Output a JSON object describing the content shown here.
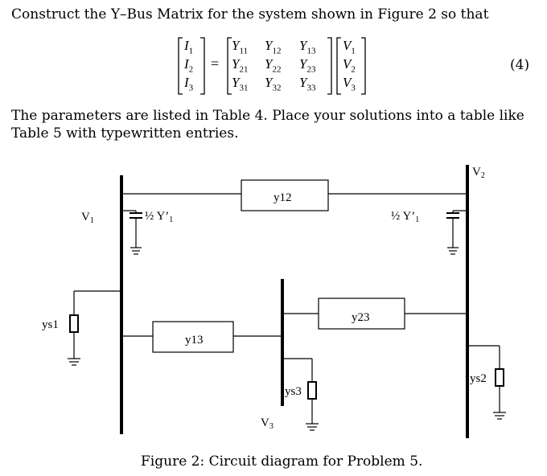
{
  "problem": {
    "intro": "Construct the Y–Bus Matrix for the system shown in Figure 2 so that",
    "equation_number": "(4)",
    "para_line1": "The parameters are listed in Table 4. Place your solutions into a table like",
    "para_line2": "Table 5 with typewritten entries."
  },
  "equation": {
    "current_vector": [
      "I",
      "I",
      "I"
    ],
    "current_subs": [
      "1",
      "2",
      "3"
    ],
    "equals": "=",
    "matrix_rows": [
      [
        {
          "s": "Y",
          "sub": "11"
        },
        {
          "s": "Y",
          "sub": "12"
        },
        {
          "s": "Y",
          "sub": "13"
        }
      ],
      [
        {
          "s": "Y",
          "sub": "21"
        },
        {
          "s": "Y",
          "sub": "22"
        },
        {
          "s": "Y",
          "sub": "23"
        }
      ],
      [
        {
          "s": "Y",
          "sub": "31"
        },
        {
          "s": "Y",
          "sub": "32"
        },
        {
          "s": "Y",
          "sub": "33"
        }
      ]
    ],
    "voltage_vector": [
      "V",
      "V",
      "V"
    ],
    "voltage_subs": [
      "1",
      "2",
      "3"
    ]
  },
  "circuit": {
    "bus1_label": "V",
    "bus1_sub": "1",
    "bus2_label": "V",
    "bus2_sub": "2",
    "bus3_label": "V",
    "bus3_sub": "3",
    "y12": "y12",
    "y13": "y13",
    "y23": "y23",
    "half_y_left": "½ Y’",
    "half_y_left_sub": "1",
    "half_y_right": "½ Y’",
    "half_y_right_sub": "1",
    "ys1": "ys1",
    "ys2": "ys2",
    "ys3": "ys3"
  },
  "caption": "Figure 2: Circuit diagram for Problem 5."
}
